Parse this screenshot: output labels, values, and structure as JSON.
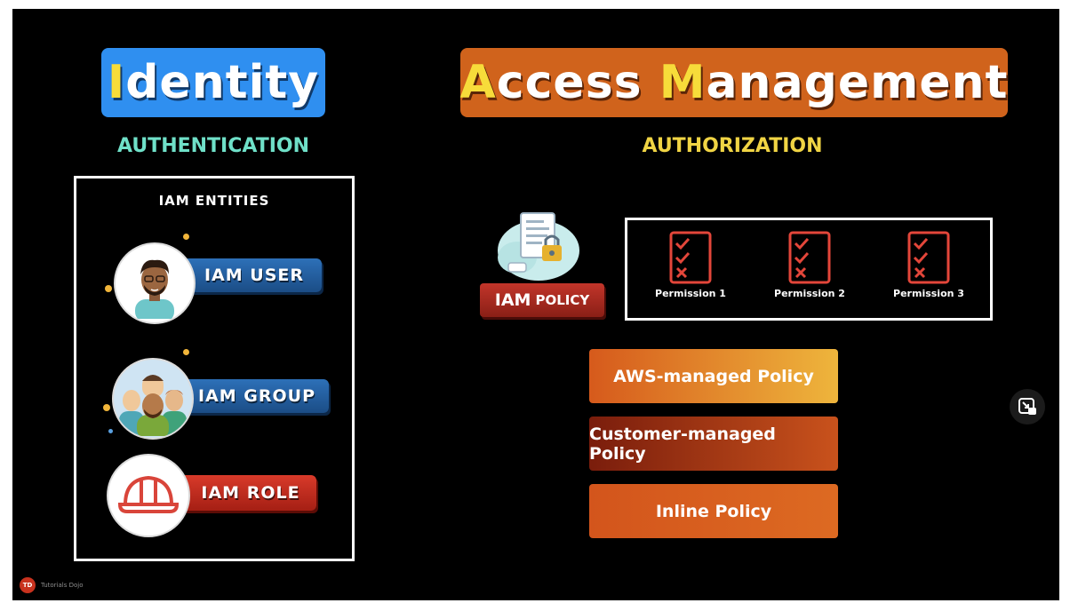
{
  "identity": {
    "title_first": "I",
    "title_rest": "dentity",
    "subtitle": "AUTHENTICATION"
  },
  "access": {
    "title_a": "A",
    "title_mid": "ccess ",
    "title_m": "M",
    "title_rest": "anagement",
    "subtitle": "AUTHORIZATION"
  },
  "entities": {
    "title": "IAM ENTITIES",
    "items": [
      {
        "label": "IAM USER",
        "icon": "user-avatar-icon"
      },
      {
        "label": "IAM GROUP",
        "icon": "group-avatar-icon"
      },
      {
        "label": "IAM ROLE",
        "icon": "hardhat-icon"
      }
    ]
  },
  "policy": {
    "label_big": "IAM",
    "label_small": "POLICY",
    "permissions": [
      "Permission 1",
      "Permission 2",
      "Permission 3"
    ],
    "types": [
      "AWS-managed Policy",
      "Customer-managed Policy",
      "Inline Policy"
    ]
  },
  "brand": {
    "logo_text": "TD",
    "name": "Tutorials Dojo"
  },
  "colors": {
    "identity_bg": "#2f8ff0",
    "access_bg": "#d0631c",
    "highlight": "#f7dc3a",
    "auth_text": "#6fe0c8",
    "authz_text": "#f0d444"
  }
}
